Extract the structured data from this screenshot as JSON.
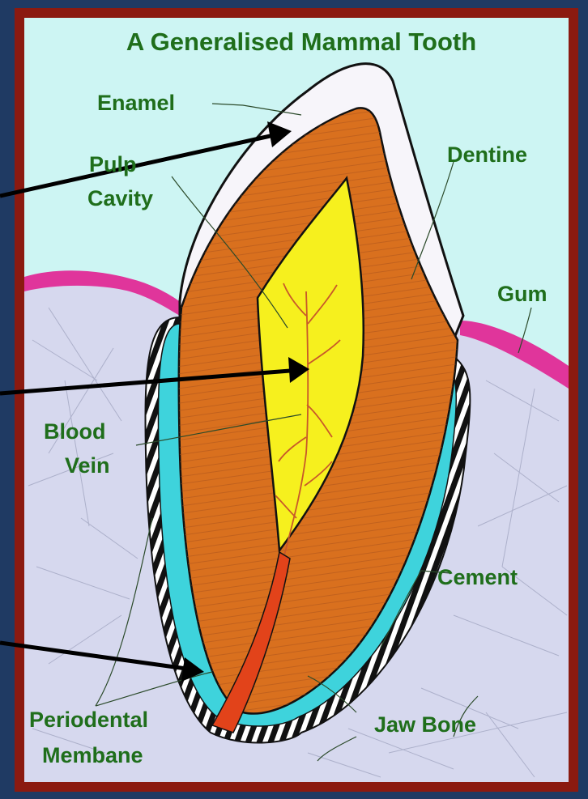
{
  "title": "A Generalised Mammal Tooth",
  "labels": {
    "enamel": "Enamel",
    "pulp_line1": "Pulp",
    "pulp_line2": "Cavity",
    "dentine": "Dentine",
    "gum": "Gum",
    "blood_line1": "Blood",
    "blood_line2": "Vein",
    "cement": "Cement",
    "perio_line1": "Periodental",
    "perio_line2": "Membane",
    "jaw_bone": "Jaw Bone"
  },
  "colors": {
    "slide_background": "#1f3a63",
    "frame": "#8b1a10",
    "sky": "#cdf5f3",
    "bone": "#d6d8ee",
    "enamel": "#f7f5fa",
    "dentine": "#d9701e",
    "pulp": "#f6f01e",
    "gum": "#e0359b",
    "cement": "#3ed3dc",
    "label_text": "#1f6e1b",
    "nerve": "#c8582a",
    "root_vessel": "#e2431a"
  }
}
